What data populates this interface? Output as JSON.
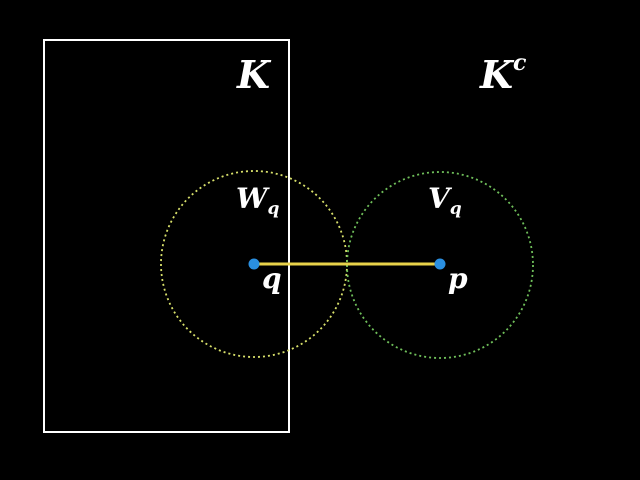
{
  "labels": {
    "set": "K",
    "complement_base": "K",
    "complement_sup": "c",
    "w_base": "W",
    "w_sub": "q",
    "v_base": "V",
    "v_sub": "q",
    "point_q": "q",
    "point_p": "p"
  },
  "colors": {
    "background": "#000000",
    "set_outline": "#ffffff",
    "circle_left": "#d8e06a",
    "circle_right": "#6fbf5a",
    "segment": "#e8d24a",
    "points": "#2a8fe0",
    "text": "#ffffff"
  }
}
